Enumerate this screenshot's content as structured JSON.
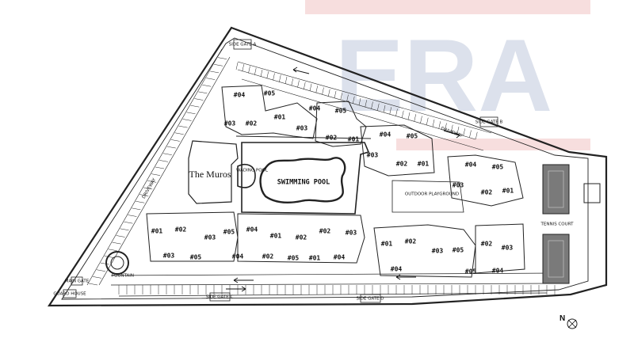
{
  "watermark": {
    "text": "ERA",
    "color": "#2f4c8c",
    "accent": "#d33b3b"
  },
  "areas": {
    "development_name": "The Muros",
    "swimming_pool": "SWIMMING POOL",
    "wading_pool": "WADING POOL",
    "playground": "OUTDOOR PLAYGROUND",
    "tennis_court": "TENNIS COURT",
    "fountain": "FOUNTAIN"
  },
  "roads": {
    "driveway_top": "DRIVEWAY",
    "driveway_left": "DRIVEWAY"
  },
  "side_gates": {
    "top_left": "SIDE GATE A",
    "top_right": "SIDE GATE B",
    "bottom_mid": "SIDE GATE C",
    "bottom_right": "SIDE GATE D"
  },
  "entrance": {
    "gate": "MAIN GATE",
    "sub": "GUARD HOUSE"
  },
  "north_label": "N",
  "units": {
    "block_a": [
      "#04",
      "#05",
      "#03",
      "#02",
      "#01",
      "#03",
      "#04",
      "#05"
    ],
    "block_b": [
      "#02",
      "#01",
      "#04",
      "#05",
      "#03",
      "#02",
      "#01"
    ],
    "block_c": [
      "#04",
      "#05",
      "#03",
      "#02",
      "#01"
    ],
    "block_d": [
      "#01",
      "#02",
      "#03",
      "#05",
      "#04",
      "#01",
      "#02",
      "#03",
      "#05",
      "#04",
      "#02",
      "#01",
      "#02",
      "#03",
      "#05",
      "#04"
    ],
    "block_e": [
      "#01",
      "#02",
      "#03",
      "#05",
      "#04",
      "#02",
      "#03",
      "#05",
      "#04"
    ]
  },
  "colors": {
    "line": "#222222",
    "court": "#7a7a7a",
    "background": "#ffffff"
  }
}
